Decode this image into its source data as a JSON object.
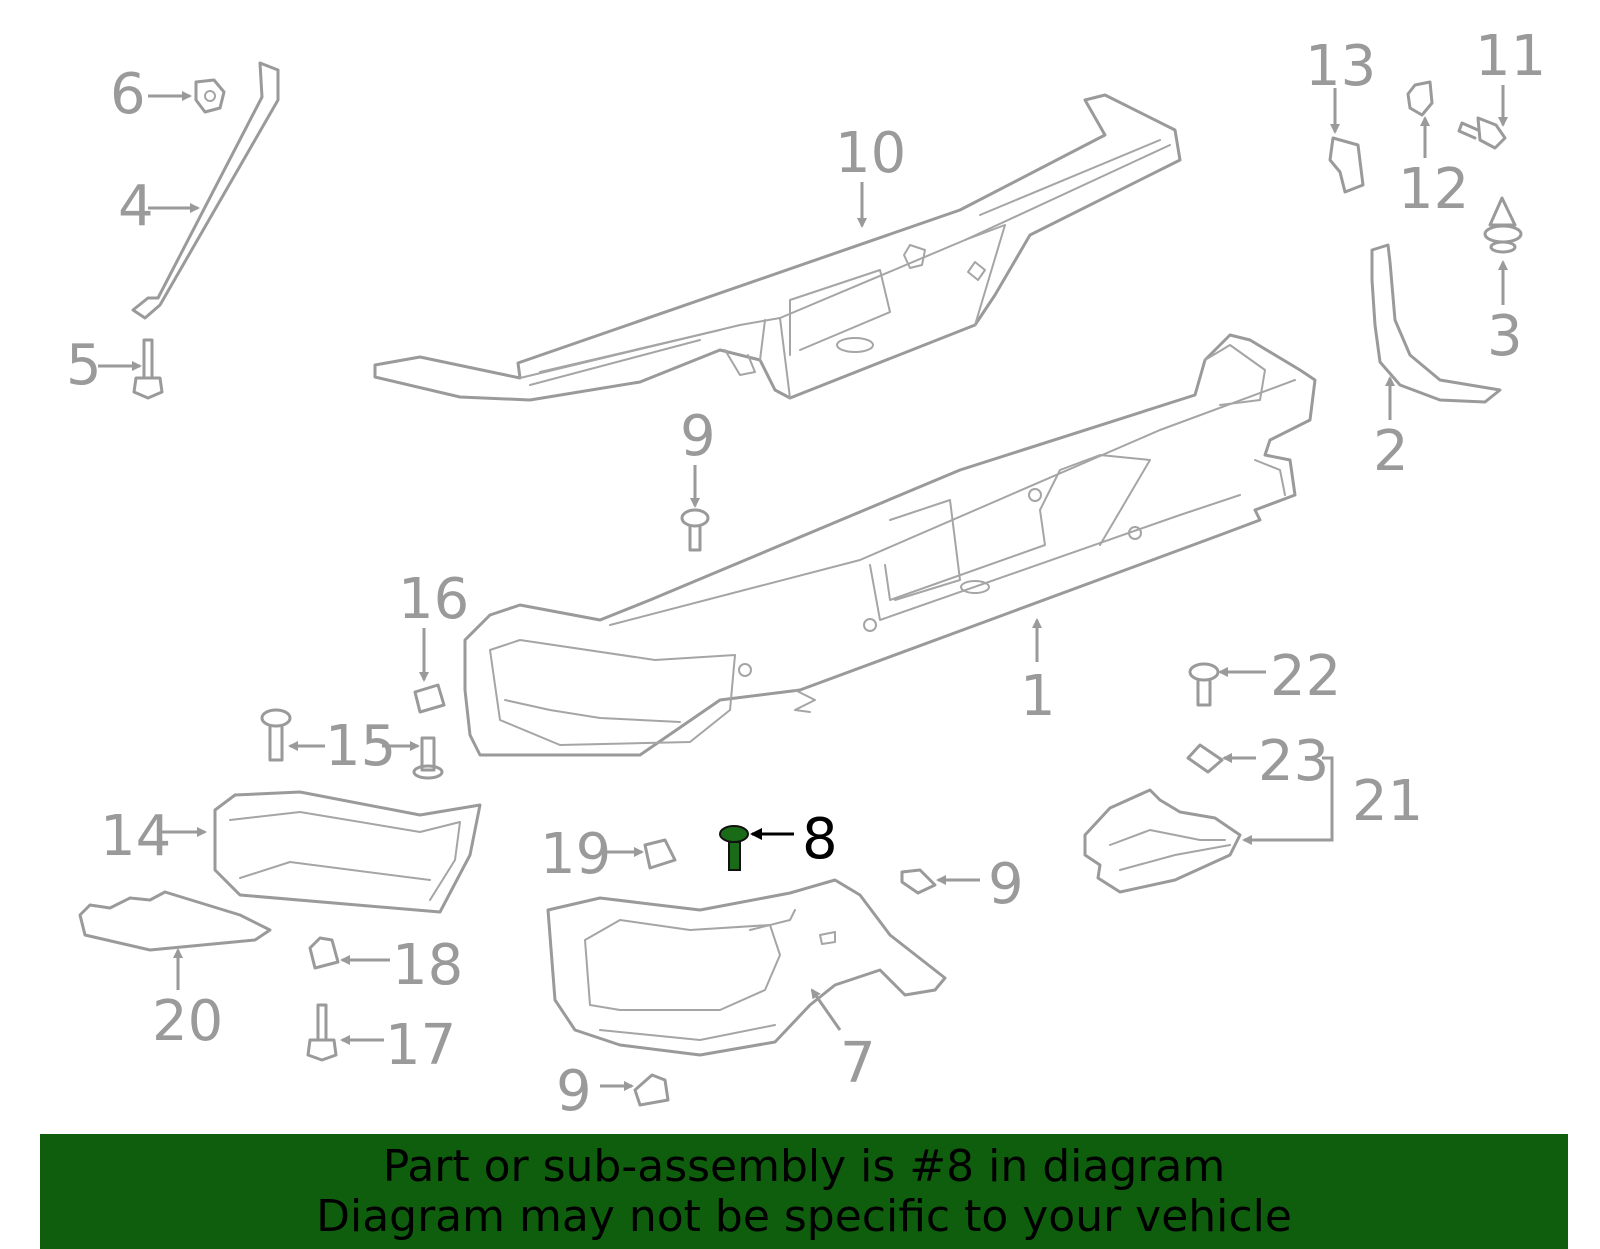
{
  "highlight_color": "#1a6b17",
  "banner_color": "#0f5e0d",
  "callouts": {
    "p1": "1",
    "p2": "2",
    "p3": "3",
    "p4": "4",
    "p5": "5",
    "p6": "6",
    "p7": "7",
    "p8": "8",
    "p9a": "9",
    "p9b": "9",
    "p9c": "9",
    "p10": "10",
    "p11": "11",
    "p12": "12",
    "p13": "13",
    "p14": "14",
    "p15": "15",
    "p16": "16",
    "p17": "17",
    "p18": "18",
    "p19": "19",
    "p20": "20",
    "p21": "21",
    "p22": "22",
    "p23": "23"
  },
  "banner": {
    "line1": "Part or sub-assembly is #8 in diagram",
    "line2": "Diagram may not be specific to your vehicle"
  }
}
